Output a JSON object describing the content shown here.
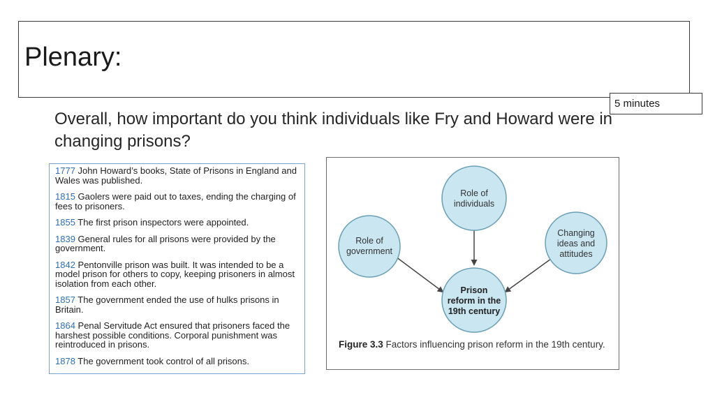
{
  "slide": {
    "title": "Plenary:",
    "timer": "5 minutes",
    "question": "Overall, how important do you think individuals like Fry and Howard were in changing prisons?"
  },
  "timeline": [
    {
      "year": "1777",
      "text": " John Howard’s books, State of Prisons in England and Wales was published."
    },
    {
      "year": "1815",
      "text": " Gaolers were paid out to taxes, ending the charging of fees to prisoners."
    },
    {
      "year": "1855",
      "text": " The first prison inspectors were appointed."
    },
    {
      "year": "1839",
      "text": " General rules for all prisons were provided by the government."
    },
    {
      "year": "1842",
      "text": " Pentonville prison was built. It was intended to be a model prison for others to copy, keeping prisoners in almost isolation from each other."
    },
    {
      "year": "1857",
      "text": " The government  ended the use of hulks prisons in Britain."
    },
    {
      "year": "1864",
      "text": " Penal Servitude Act ensured that prisoners faced the harshest possible conditions. Corporal punishment was reintroduced in prisons."
    },
    {
      "year": "1878",
      "text": " The government took control of all prisons."
    }
  ],
  "figure": {
    "nodes": {
      "individuals": [
        "Role of",
        "individuals"
      ],
      "government": [
        "Role of",
        "government"
      ],
      "ideas": [
        "Changing",
        "ideas and",
        "attitudes"
      ],
      "reform": [
        "Prison",
        "reform in the",
        "19th century"
      ]
    },
    "caption_label": "Figure 3.3",
    "caption_text": " Factors influencing prison reform in the 19th century.",
    "colors": {
      "node_fill": "#c9e6f1",
      "node_stroke": "#6a9fb5",
      "arrow": "#444444"
    }
  }
}
